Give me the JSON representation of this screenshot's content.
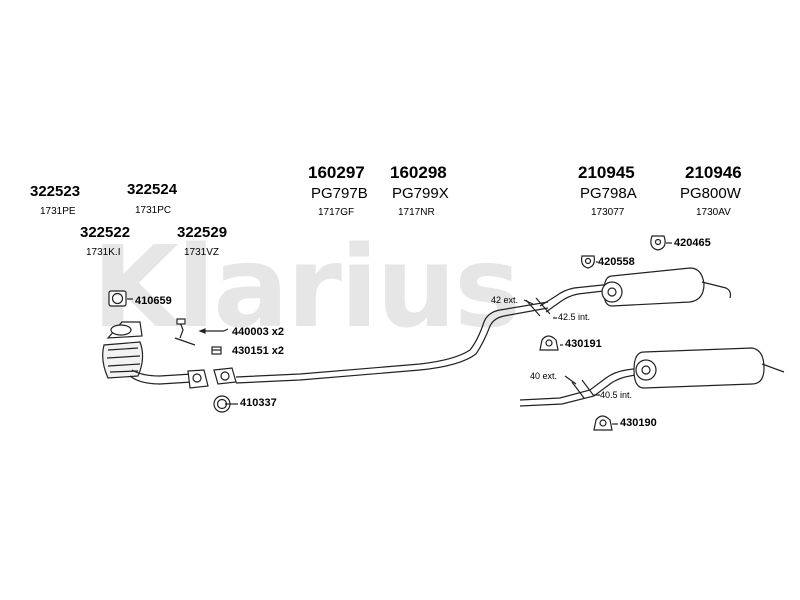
{
  "watermark": "Klarius",
  "header_groups": [
    {
      "number": "322523",
      "code": "1731PE"
    },
    {
      "number": "322524",
      "code": "1731PC"
    },
    {
      "number": "322522",
      "code": "1731K.I"
    },
    {
      "number": "322529",
      "code": "1731VZ"
    },
    {
      "number": "160297",
      "ref": "PG797B",
      "code": "1717GF"
    },
    {
      "number": "160298",
      "ref": "PG799X",
      "code": "1717NR"
    },
    {
      "number": "210945",
      "ref": "PG798A",
      "code": "173077"
    },
    {
      "number": "210946",
      "ref": "PG800W",
      "code": "1730AV"
    }
  ],
  "fittings": [
    {
      "label": "410659"
    },
    {
      "label": "440003 x2"
    },
    {
      "label": "430151 x2"
    },
    {
      "label": "410337"
    },
    {
      "label": "420558"
    },
    {
      "label": "420465"
    },
    {
      "label": "430191"
    },
    {
      "label": "430190"
    }
  ],
  "dimensions": {
    "upper_ext": "42 ext.",
    "upper_int": "42.5 int.",
    "lower_ext": "40 ext.",
    "lower_int": "40.5 int."
  }
}
